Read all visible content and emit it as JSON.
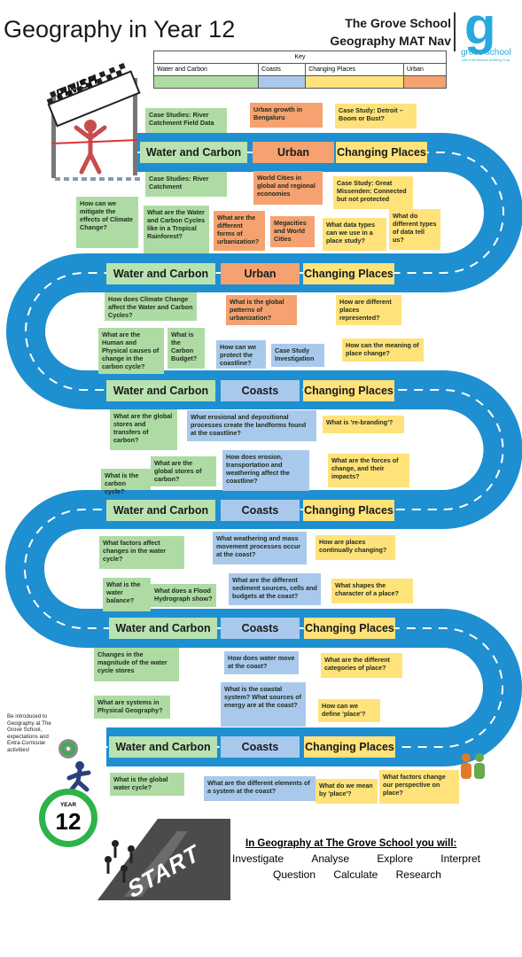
{
  "header": {
    "title": "Geography in Year 12",
    "school_line1": "The Grove School",
    "school_line2": "Geography MAT Nav",
    "logo_letter": "g",
    "logo_text": "grove school",
    "logo_sub": "part of the Marches Academy Trust"
  },
  "key": {
    "title": "Key",
    "labels": [
      "Water and Carbon",
      "Coasts",
      "Changing Places",
      "Urban"
    ],
    "colors": [
      "#aedba3",
      "#a9c9ec",
      "#ffe27a",
      "#f5a270"
    ]
  },
  "finish": "FINISH",
  "start": "START",
  "headers": {
    "water_carbon": "Water and Carbon",
    "urban": "Urban",
    "changing_places": "Changing Places",
    "coasts": "Coasts"
  },
  "boxes": {
    "b1": "Case Studies: River Catchment Field Data",
    "b2": "Urban growth in Bengaluru",
    "b3": "Case Study: Detroit – Boom or Bust?",
    "b4": "Case Studies: River Catchment",
    "b5": "World Cities in global and regional economies",
    "b6": "Case Study: Great Missenden: Connected but not protected",
    "b7": "How can we mitigate the effects of Climate Change?",
    "b8": "What are the Water and Carbon Cycles like in a Tropical Rainforest?",
    "b9": "What are the different forms of urbanization?",
    "b10": "Megacities and World Cities",
    "b11": "What data types can we use in a place study?",
    "b12": "What do different types of data tell us?",
    "b13": "How does Climate Change affect the Water and Carbon Cycles?",
    "b14": "What is the global patterns of urbanization?",
    "b15": "How are different places represented?",
    "b16": "What are the Human and Physical causes of change in the carbon cycle?",
    "b17": "What is the Carbon Budget?",
    "b18": "How can we protect the coastline?",
    "b19": "Case Study Investigation",
    "b20": "How can the meaning of place change?",
    "b21": "What are the global stores and transfers of carbon?",
    "b22": "What erosional and depositional processes create the landforms found at the coastline?",
    "b23": "What is 're-branding'?",
    "b24": "What is the carbon cycle?",
    "b25": "What are the global stores of carbon?",
    "b26": "How does erosion, transportation and weathering affect the coastline?",
    "b27": "What are the forces of change, and their impacts?",
    "b28": "What factors affect changes in the water cycle?",
    "b29": "What weathering and mass movement processes occur at the coast?",
    "b30": "How are places continually changing?",
    "b31": "What is the water balance?",
    "b32": "What does a Flood Hydrograph show?",
    "b33": "What are the different sediment sources, cells and budgets at the coast?",
    "b34": "What shapes the character of a place?",
    "b35": "Changes in the magnitude of the water cycle stores",
    "b36": "How does water move at the coast?",
    "b37": "What are the different categories of place?",
    "b38": "What are systems in Physical Geography?",
    "b39": "What is the coastal system? What sources of energy are at the coast?",
    "b40": "How can we define 'place'?",
    "b41": "What is the global water cycle?",
    "b42": "What are the different elements of a system at the coast?",
    "b43": "What do we mean by 'place'?",
    "b44": "What factors change our perspective on place?"
  },
  "side_note": "Be introduced to Geography at The Grove School, expectations and Extra-Curricular activities!",
  "year_badge": {
    "small": "YEAR",
    "big": "12"
  },
  "footer": {
    "heading": "In Geography at The Grove School you will:",
    "verbs_row1": [
      "Investigate",
      "Analyse",
      "Explore",
      "Interpret"
    ],
    "verbs_row2": [
      "Question",
      "Calculate",
      "Research"
    ]
  }
}
